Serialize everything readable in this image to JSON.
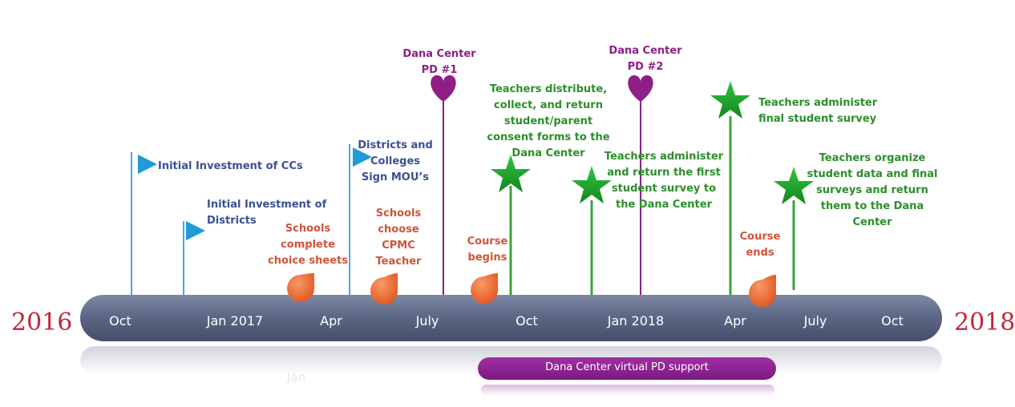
{
  "years": {
    "start": "2016",
    "end": "2018"
  },
  "axis_ticks": [
    "Oct",
    "Jan 2017",
    "Apr",
    "July",
    "Oct",
    "Jan 2018",
    "Apr",
    "July",
    "Oct"
  ],
  "reflection_tick": "Jan",
  "band": {
    "label": "Dana Center virtual PD support"
  },
  "events": {
    "initial_ccs": "Initial Investment of CCs",
    "initial_districts": [
      "Initial Investment of",
      "Districts"
    ],
    "schools_complete": [
      "Schools",
      "complete",
      "choice sheets"
    ],
    "mou": [
      "Districts and",
      "Colleges",
      "Sign MOU’s"
    ],
    "schools_choose": [
      "Schools",
      "choose",
      "CPMC",
      "Teacher"
    ],
    "pd1": [
      "Dana Center",
      "PD #1"
    ],
    "course_begins": [
      "Course",
      "begins"
    ],
    "consent_forms": [
      "Teachers distribute,",
      "collect, and return",
      "student/parent",
      "consent forms to the",
      "Dana Center"
    ],
    "first_survey": [
      "Teachers administer",
      "and return the first",
      "student survey to",
      "the Dana Center"
    ],
    "pd2": [
      "Dana Center",
      "PD #2"
    ],
    "final_survey": [
      "Teachers administer",
      "final student survey"
    ],
    "course_ends": [
      "Course",
      "ends"
    ],
    "organize_data": [
      "Teachers organize",
      "student data and final",
      "surveys and return",
      "them to the Dana",
      "Center"
    ]
  },
  "colors": {
    "flag": "#1f9bd8",
    "flag_pole": "#4aa8dc",
    "pd_heart": "#8e1f86",
    "star": "#1e9e2a",
    "star_pole": "#3aa33a",
    "drop": "#ef6b33",
    "timeline": "#5a6684",
    "year": "#c3263b"
  },
  "icons": [
    "flag-icon",
    "heart-icon",
    "star-icon",
    "drop-icon"
  ]
}
